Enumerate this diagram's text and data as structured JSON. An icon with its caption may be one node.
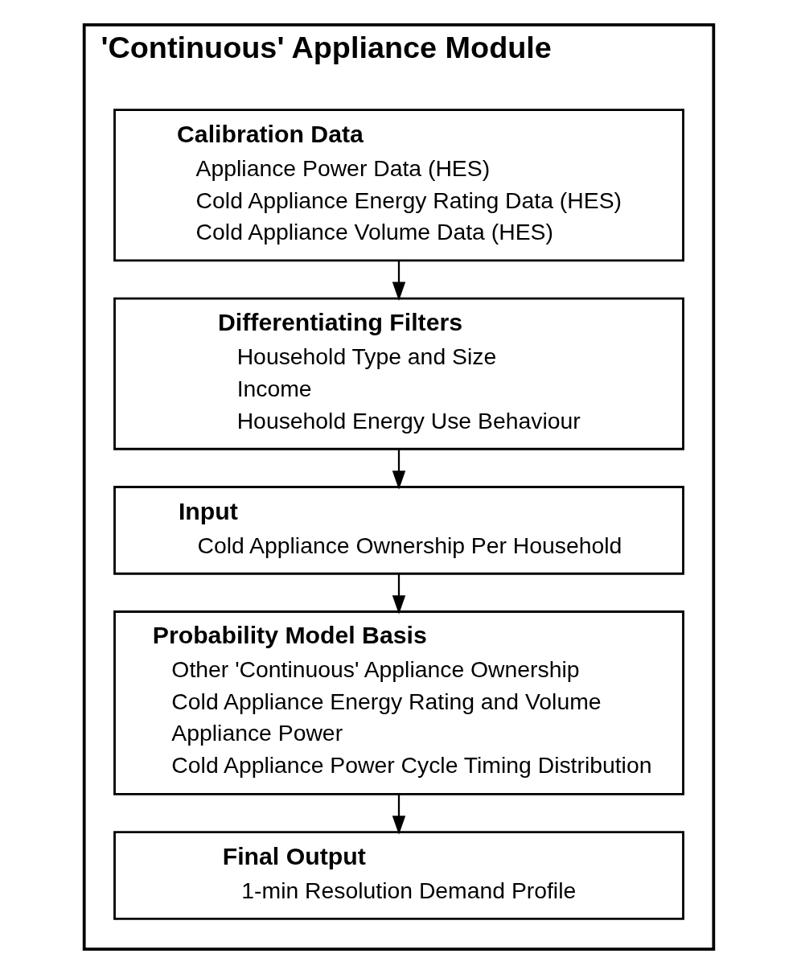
{
  "diagram": {
    "nodes": [
      {
        "text": [
          "'Continuous' Appliance Module"
        ]
      },
      {
        "text": [
          "Calibration Data",
          "Appliance Power Data (HES)",
          "Cold Appliance Energy Rating Data (HES)",
          "Cold Appliance Volume Data (HES)"
        ],
        "in": 0
      },
      {
        "text": [
          "Differentiating Filters",
          "Household Type and Size",
          "Income",
          "Household Energy Use Behaviour"
        ],
        "in": 0
      },
      {
        "text": [
          "Input",
          "Cold Appliance Ownership Per Household"
        ],
        "in": 0
      },
      {
        "text": [
          "Probability Model Basis",
          "Other 'Continuous' Appliance Ownership",
          "Cold Appliance Energy Rating and Volume",
          "Appliance Power",
          "Cold Appliance Power Cycle Timing Distribution"
        ],
        "in": 0
      },
      {
        "text": [
          "Final Output",
          "1-min Resolution Demand Profile"
        ],
        "in": 0
      }
    ],
    "edges": [
      {
        "from": 1,
        "to": 2,
        "arrow": "to"
      },
      {
        "from": 2,
        "to": 3,
        "arrow": "to"
      },
      {
        "from": 3,
        "to": 4,
        "arrow": "to"
      },
      {
        "from": 4,
        "to": 5,
        "arrow": "to"
      }
    ]
  }
}
